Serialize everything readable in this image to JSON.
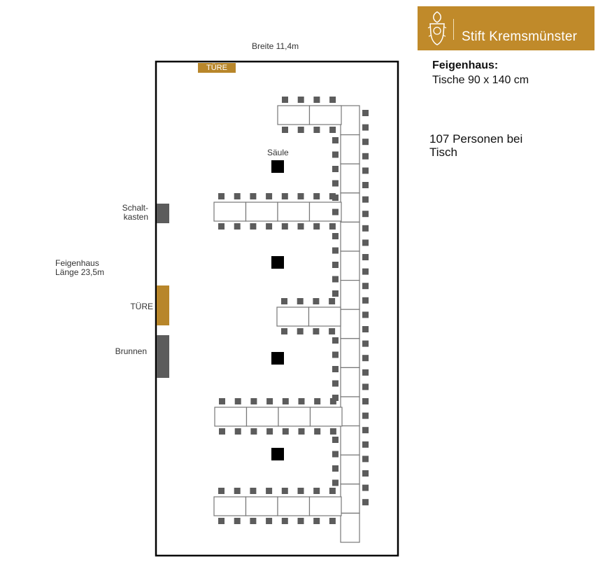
{
  "logo": {
    "text": "Stift Kremsmünster",
    "emblem": "crest-icon",
    "bg_color": "#c08a2a"
  },
  "info": {
    "title": "Feigenhaus:",
    "tables": "Tische 90 x 140 cm",
    "persons": "107 Personen bei Tisch"
  },
  "labels": {
    "width": "Breite 11,4m",
    "door_top": "TÜRE",
    "pillar": "Säule",
    "switch_box": [
      "Schalt-",
      "kasten"
    ],
    "length": [
      "Feigenhaus",
      "Länge 23,5m"
    ],
    "door_side": "TÜRE",
    "fountain": "Brunnen"
  },
  "colors": {
    "door": "#b8862a",
    "fixture": "#5c5c5c",
    "chair": "#5c5c5c",
    "pillar": "#000000"
  }
}
